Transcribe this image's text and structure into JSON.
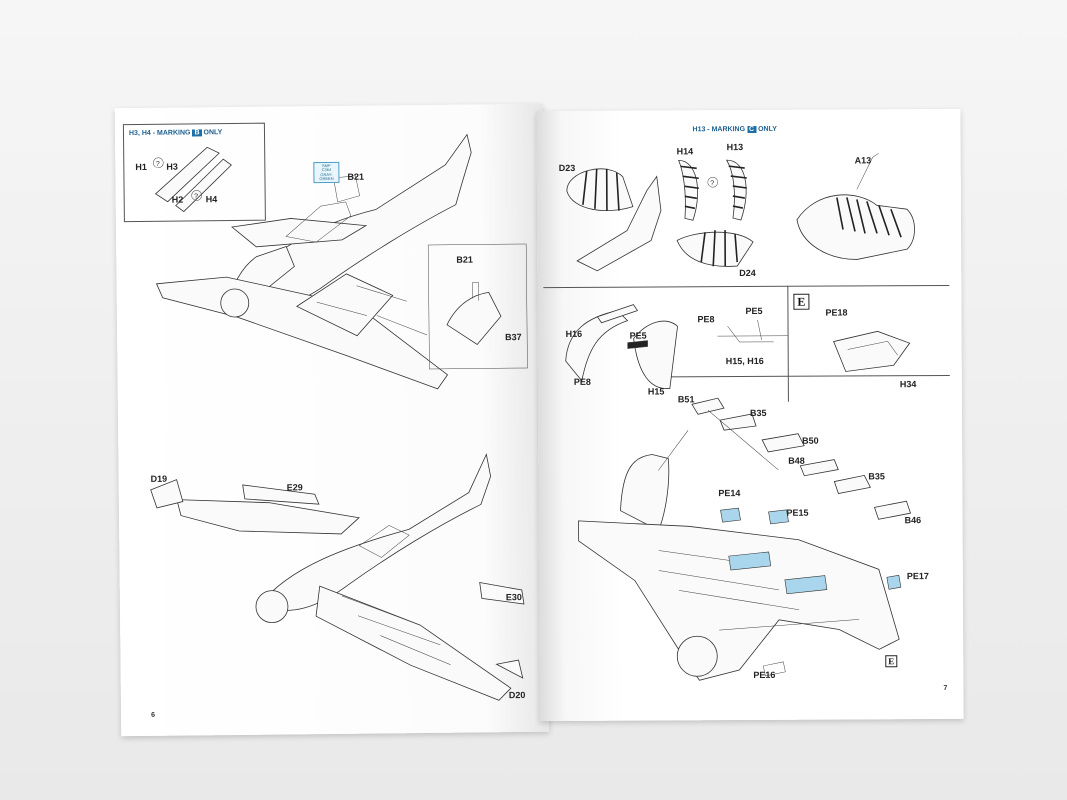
{
  "left_page": {
    "banner": {
      "prefix": "H3, H4 - MARKING",
      "marking_letter": "B",
      "suffix": "ONLY"
    },
    "labels": {
      "H1": "H1",
      "H3": "H3",
      "H2": "H2",
      "H4": "H4",
      "B21_main": "B21",
      "B21_inset": "B21",
      "B37": "B37",
      "D19": "D19",
      "E29": "E29",
      "E30": "E30",
      "D20": "D20"
    },
    "paint_tag": [
      "SMP",
      "C364",
      "GRAY-GREEN"
    ],
    "page_number": "6"
  },
  "right_page": {
    "banner": {
      "prefix": "H13 - MARKING",
      "marking_letter": "C",
      "suffix": "ONLY"
    },
    "labels": {
      "D23": "D23",
      "H14": "H14",
      "H13": "H13",
      "A13": "A13",
      "D24": "D24",
      "H16": "H16",
      "PE5_a": "PE5",
      "PE5_b": "PE5",
      "PE8_a": "PE8",
      "PE8_b": "PE8",
      "H15_H16": "H15, H16",
      "H15": "H15",
      "PE18": "PE18",
      "H34": "H34",
      "B51": "B51",
      "B35_a": "B35",
      "B50": "B50",
      "B48": "B48",
      "B35_b": "B35",
      "B46": "B46",
      "PE14": "PE14",
      "PE15": "PE15",
      "PE17": "PE17",
      "PE16": "PE16"
    },
    "e_section": "E",
    "page_number": "7"
  }
}
